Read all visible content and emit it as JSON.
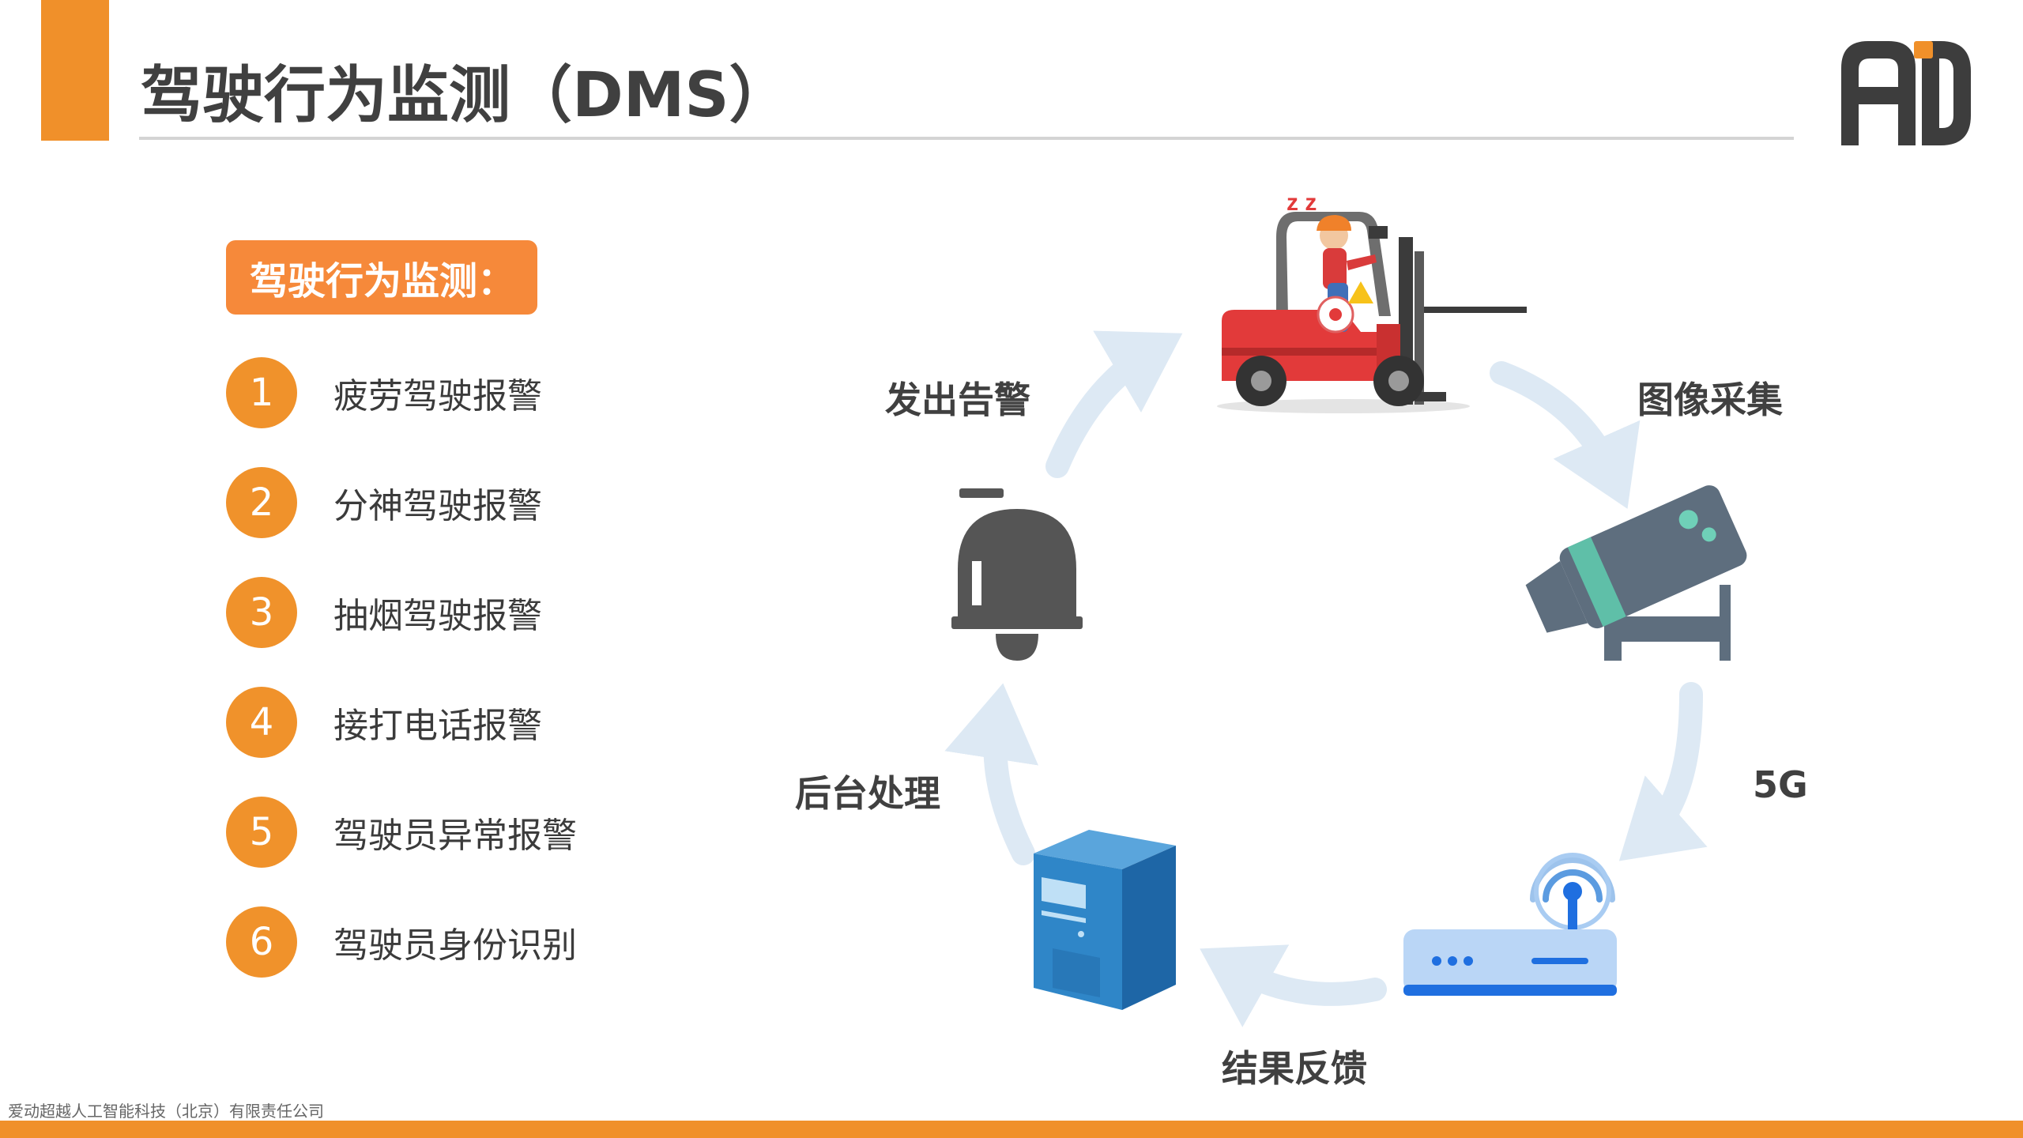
{
  "slide": {
    "title": "驾驶行为监测（DMS）",
    "section_heading": "驾驶行为监测：",
    "features": [
      {
        "num": "1",
        "label": "疲劳驾驶报警"
      },
      {
        "num": "2",
        "label": "分神驾驶报警"
      },
      {
        "num": "3",
        "label": "抽烟驾驶报警"
      },
      {
        "num": "4",
        "label": "接打电话报警"
      },
      {
        "num": "5",
        "label": "驾驶员异常报警"
      },
      {
        "num": "6",
        "label": "驾驶员身份识别"
      }
    ]
  },
  "diagram": {
    "steps": {
      "capture": "图像采集",
      "network": "5G",
      "feedback": "结果反馈",
      "backend": "后台处理",
      "alarm": "发出告警"
    },
    "icons": {
      "forklift": "forklift-driver-icon",
      "camera": "surveillance-camera-icon",
      "router": "wireless-router-icon",
      "server": "server-tower-icon",
      "bell": "alarm-bell-icon"
    }
  },
  "logo": {
    "text": "AD",
    "name": "company-logo"
  },
  "footer": {
    "company": "爱动超越人工智能科技（北京）有限责任公司"
  },
  "colors": {
    "accent": "#f0902a",
    "chip": "#f6893a",
    "badge": "#f0922b",
    "title_text": "#404040",
    "flow_arrow": "#dde9f4",
    "dark_icon": "#555555",
    "logo_dark": "#3d3d3d"
  }
}
